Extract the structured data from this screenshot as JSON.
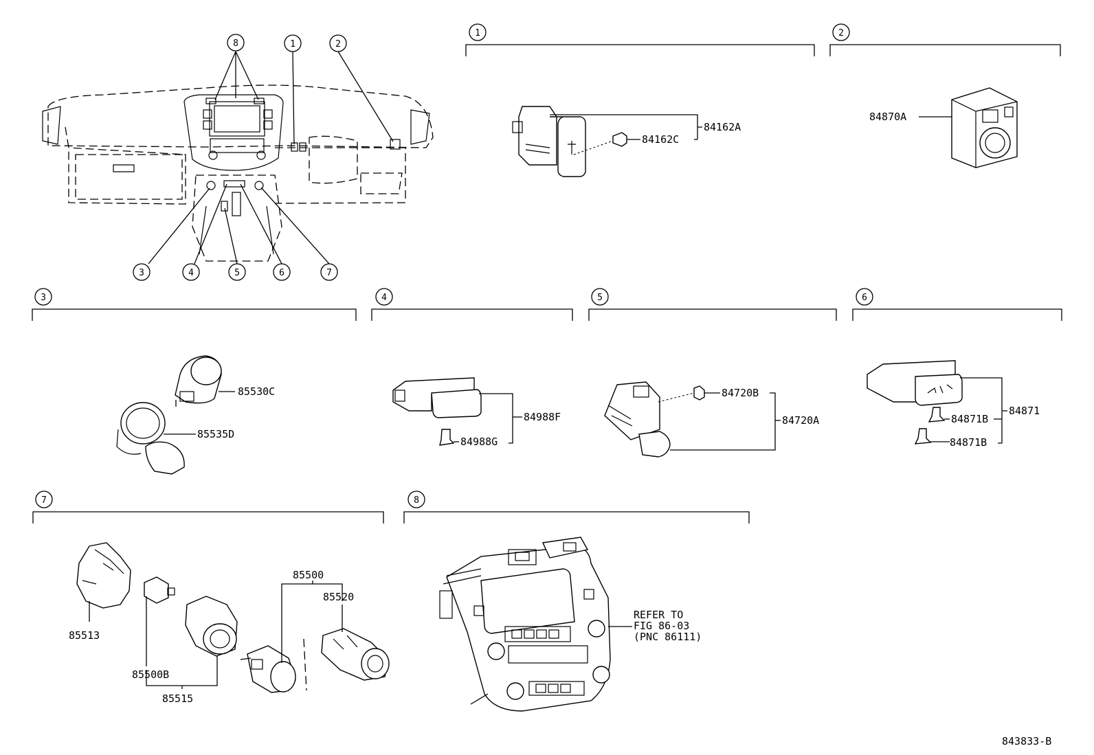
{
  "diagram_id": "843833-B",
  "callouts": [
    "1",
    "2",
    "3",
    "4",
    "5",
    "6",
    "7",
    "8"
  ],
  "parts": {
    "p84162A": "84162A",
    "p84162C": "84162C",
    "p84870A": "84870A",
    "p85530C": "85530C",
    "p85535D": "85535D",
    "p84988F": "84988F",
    "p84988G": "84988G",
    "p84720B": "84720B",
    "p84720A": "84720A",
    "p84871B_1": "84871B",
    "p84871B_2": "84871B",
    "p84871": "84871",
    "p85513": "85513",
    "p85500B": "85500B",
    "p85515": "85515",
    "p85500": "85500",
    "p85520": "85520"
  },
  "refer_note": {
    "line1": "REFER TO",
    "line2": "FIG 86-03",
    "line3": "(PNC 86111)"
  }
}
